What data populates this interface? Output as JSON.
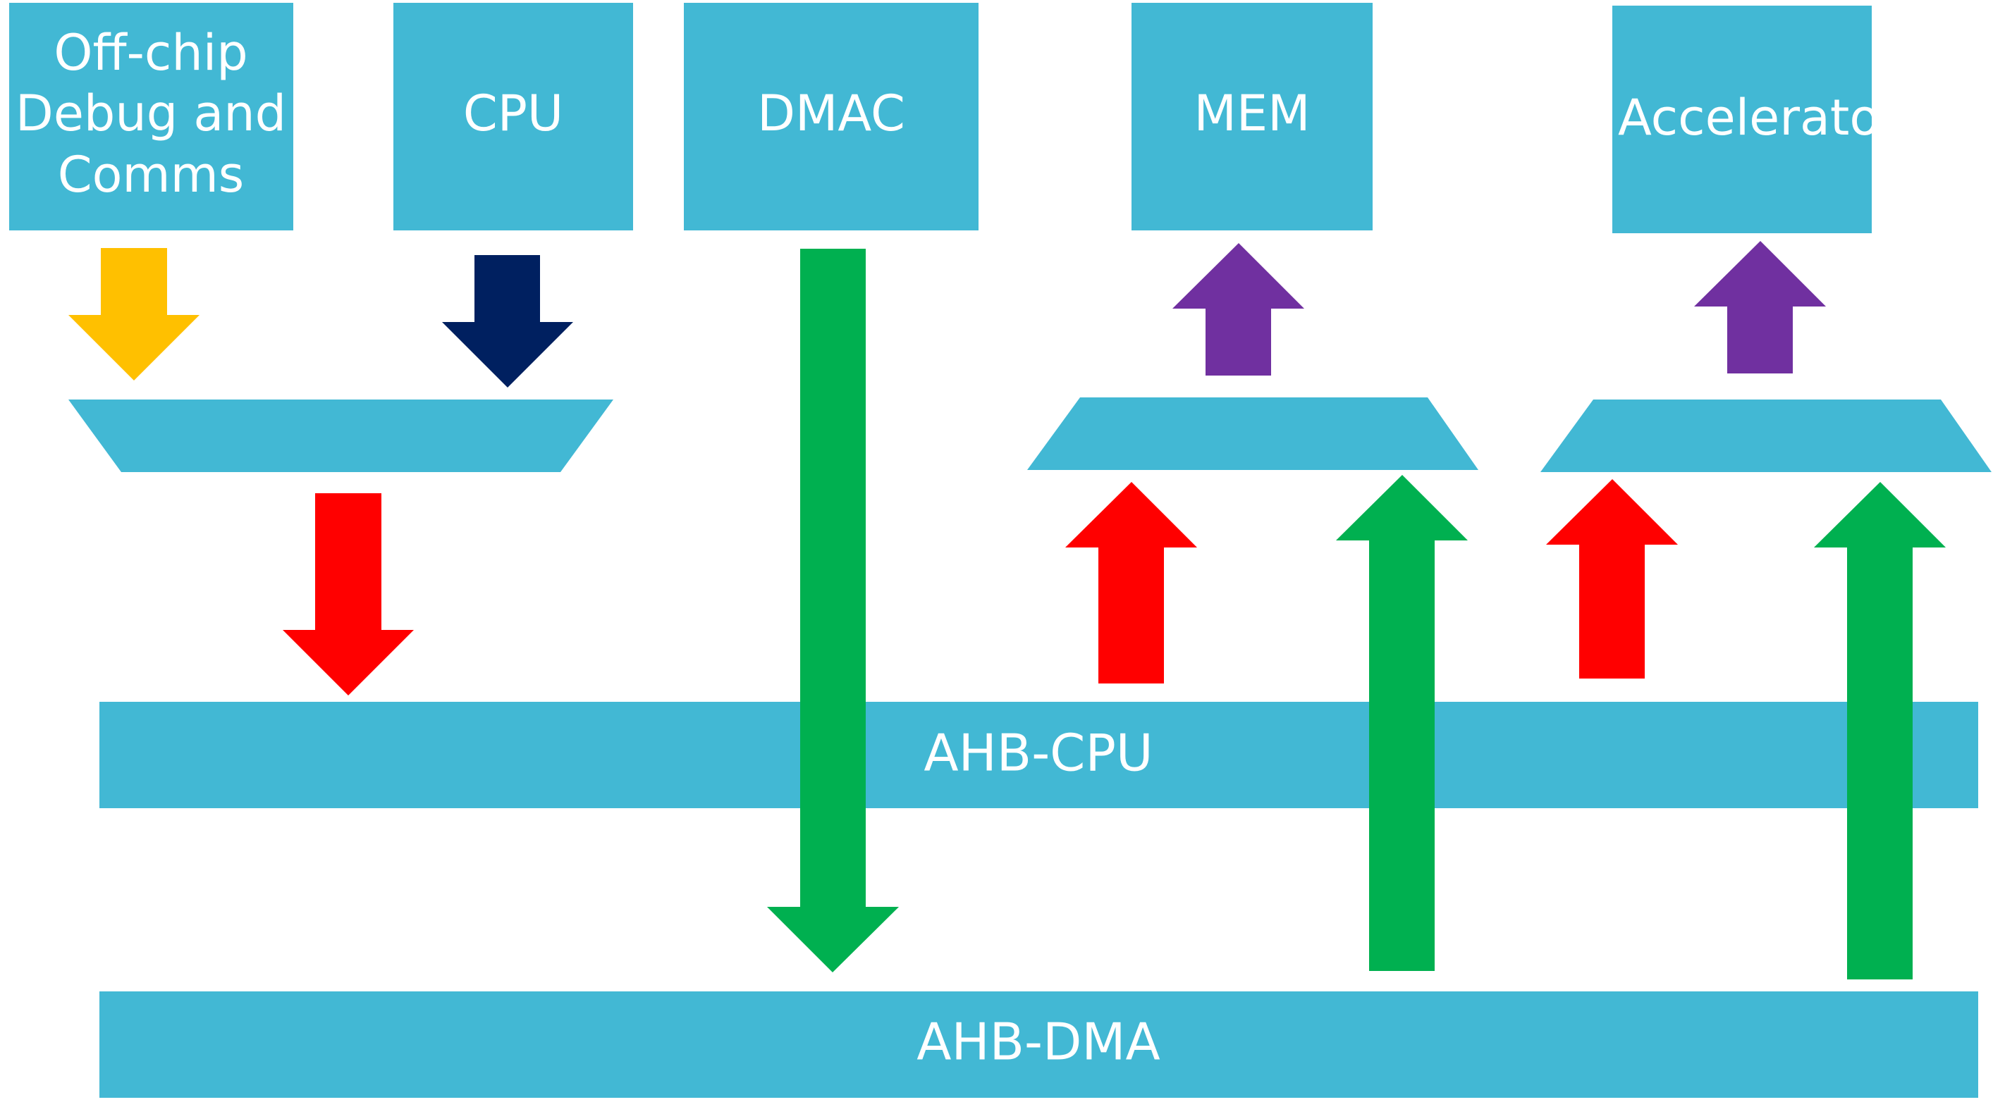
{
  "colors": {
    "block": "#42b8d4",
    "arrow_yellow": "#ffc000",
    "arrow_navy": "#002060",
    "arrow_green": "#00b050",
    "arrow_purple": "#7030a0",
    "arrow_red": "#ff0000",
    "text": "#ffffff"
  },
  "blocks": {
    "debug_line1": "Off-chip",
    "debug_line2": "Debug and",
    "debug_line3": "Comms",
    "cpu": "CPU",
    "dmac": "DMAC",
    "mem": "MEM",
    "accelerator": "Accelerator"
  },
  "buses": {
    "ahb_cpu": "AHB-CPU",
    "ahb_dma": "AHB-DMA"
  },
  "icons": {
    "down": "arrow-down-icon",
    "up": "arrow-up-icon",
    "mux": "mux-trapezoid"
  }
}
